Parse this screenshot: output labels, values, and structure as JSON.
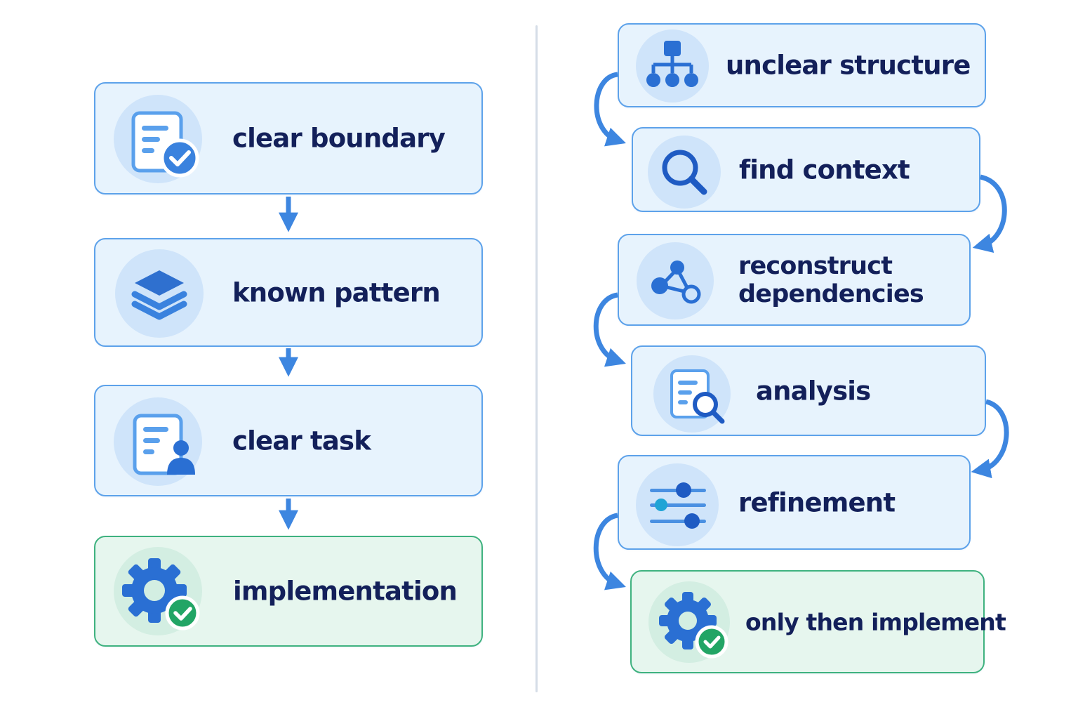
{
  "left_flow": [
    {
      "label": "clear boundary",
      "icon": "document-check-icon"
    },
    {
      "label": "known pattern",
      "icon": "layers-icon"
    },
    {
      "label": "clear task",
      "icon": "document-user-icon"
    },
    {
      "label": "implementation",
      "icon": "gear-check-icon"
    }
  ],
  "right_flow": [
    {
      "label": "unclear structure",
      "icon": "hierarchy-icon"
    },
    {
      "label": "find context",
      "icon": "search-icon"
    },
    {
      "label": "reconstruct\ndependencies",
      "icon": "graph-nodes-icon"
    },
    {
      "label": "analysis",
      "icon": "document-search-icon"
    },
    {
      "label": "refinement",
      "icon": "sliders-icon"
    },
    {
      "label": "only then implement",
      "icon": "gear-check-icon"
    }
  ],
  "colors": {
    "box_border": "#5da2ea",
    "box_fill": "#e7f3fd",
    "done_border": "#3fb27f",
    "done_fill": "#e6f6ee",
    "arrow": "#3d86e0",
    "text": "#13205a",
    "check_green": "#22a565"
  }
}
